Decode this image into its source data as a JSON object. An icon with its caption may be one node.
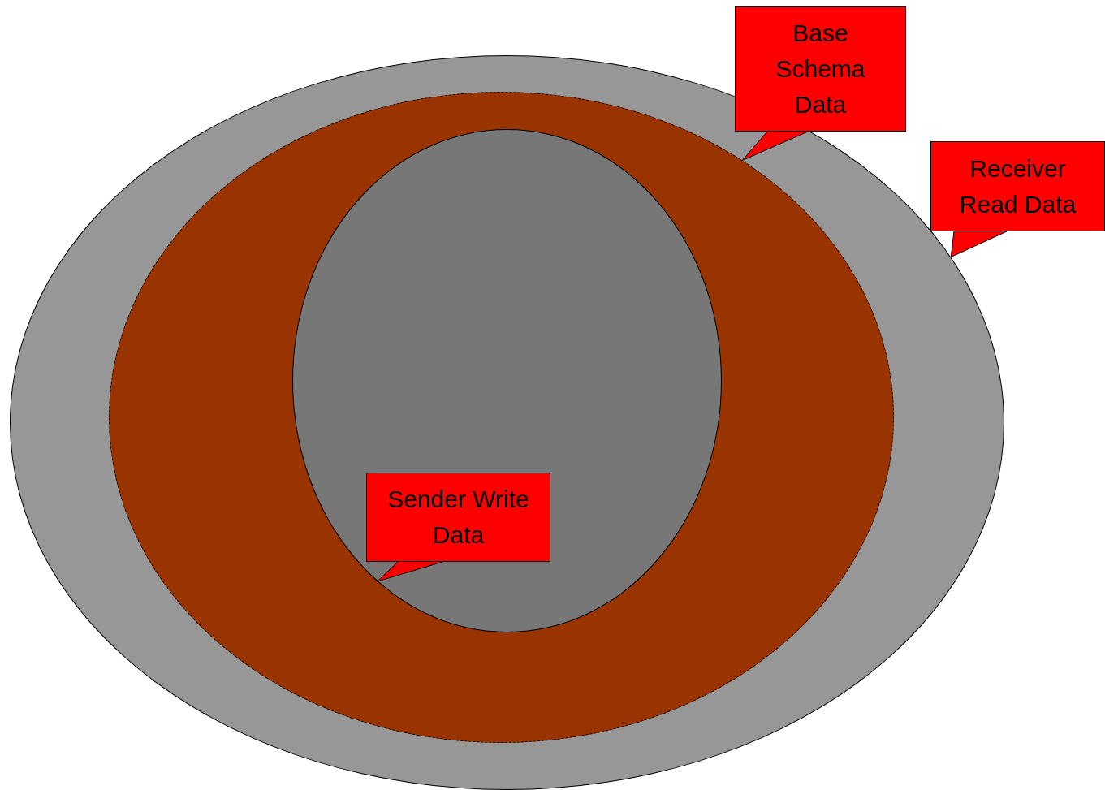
{
  "diagram": {
    "nodes": [
      {
        "text": [],
        "shape": "ellipse"
      },
      {
        "text": [],
        "shape": "ellipse",
        "in": 0
      },
      {
        "text": [],
        "shape": "ellipse",
        "in": 1
      },
      {
        "text": [
          "Base Schema Data"
        ]
      },
      {
        "text": [
          "Receiver Read Data"
        ]
      },
      {
        "text": [
          "Sender Write Data"
        ],
        "in": 2
      }
    ],
    "edges": [
      {
        "from": 3,
        "to": 1,
        "arrow": "none"
      },
      {
        "from": 4,
        "to": 0,
        "arrow": "none"
      },
      {
        "from": 5,
        "to": 2,
        "arrow": "none"
      }
    ]
  }
}
